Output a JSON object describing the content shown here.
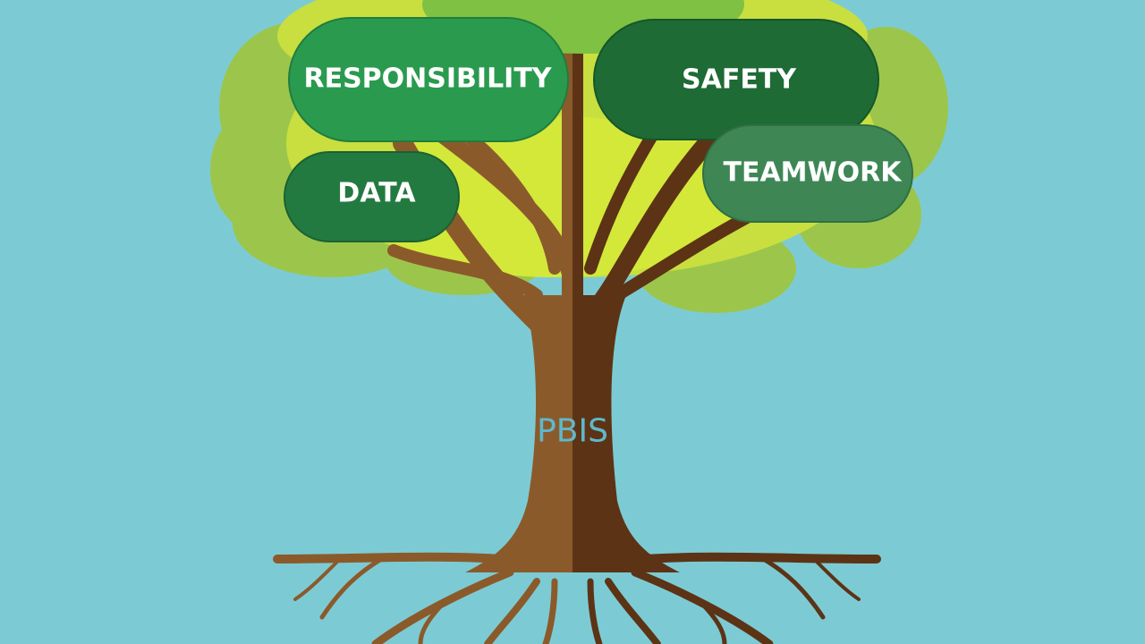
{
  "diagram": {
    "trunk_label": "PBIS",
    "leaves": [
      {
        "id": "responsibility",
        "label": "RESPONSIBILITY",
        "color": "#2a9a4f"
      },
      {
        "id": "safety",
        "label": "SAFETY",
        "color": "#1e6b35"
      },
      {
        "id": "data",
        "label": "DATA",
        "color": "#237a40"
      },
      {
        "id": "teamwork",
        "label": "TEAMWORK",
        "color": "#3e8755"
      }
    ]
  },
  "colors": {
    "background": "#7ccbd4",
    "trunk_light": "#8b5a2b",
    "trunk_dark": "#5c3315",
    "foliage_outer": "#9cc64b",
    "foliage_inner": "#d4e83a",
    "top_leaf": "#7fc142"
  }
}
